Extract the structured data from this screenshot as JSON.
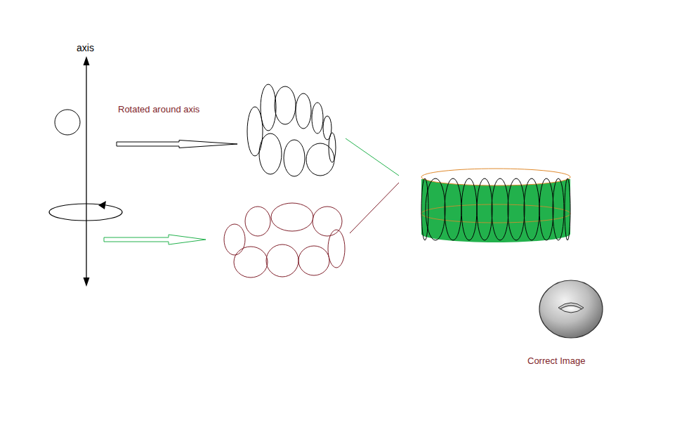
{
  "diagram": {
    "labels": [
      "axis",
      "Rotated around axis",
      "Correct Image"
    ]
  }
}
